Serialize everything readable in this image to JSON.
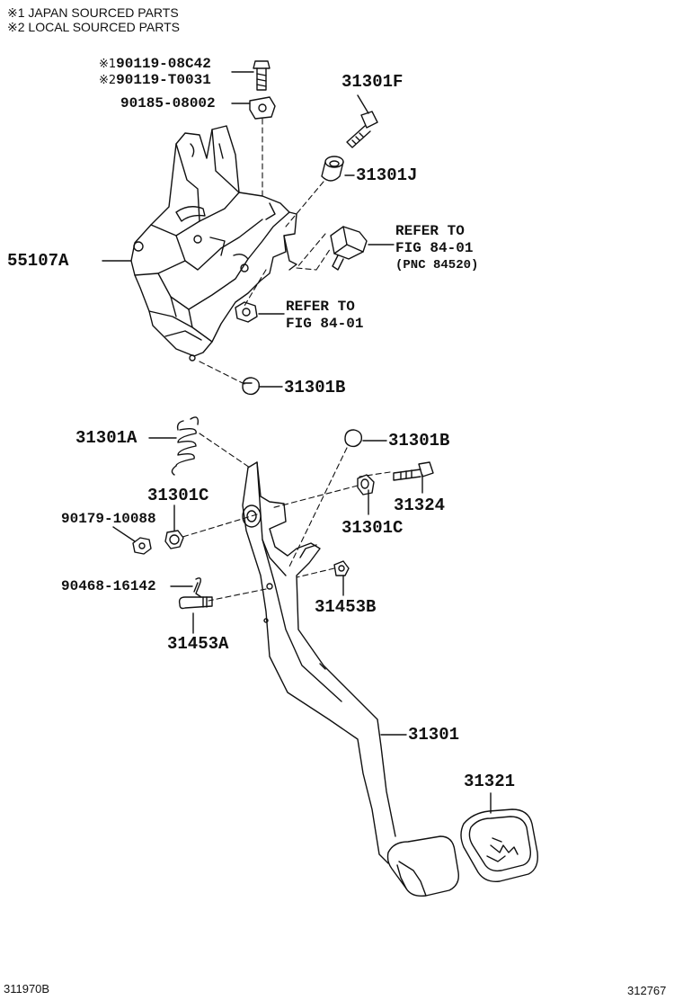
{
  "notes": {
    "n1_mark": "※1",
    "n1_text": "JAPAN SOURCED PARTS",
    "n2_mark": "※2",
    "n2_text": "LOCAL SOURCED PARTS"
  },
  "parts": {
    "bolt_japan_mark": "※1",
    "bolt_japan": "90119-08C42",
    "bolt_local_mark": "※2",
    "bolt_local": "90119-T0031",
    "nut_clip": "90185-08002",
    "bolt_f": "31301F",
    "bushing_j": "31301J",
    "bracket": "55107A",
    "cushion_b_top": "31301B",
    "spring": "31301A",
    "cushion_b_right": "31301B",
    "bushing_c_left": "31301C",
    "nut": "90179-10088",
    "bolt_31324": "31324",
    "bushing_c_right": "31301C",
    "clip_pin": "90468-16142",
    "collar_b": "31453B",
    "pin_a": "31453A",
    "pedal": "31301",
    "pedal_pad": "31321"
  },
  "refs": {
    "switch": {
      "line1": "REFER TO",
      "line2": "FIG 84-01",
      "line3": "(PNC 84520)"
    },
    "nut": {
      "line1": "REFER TO",
      "line2": "FIG 84-01"
    }
  },
  "footer": {
    "left_code": "311970B",
    "right_code": "312767"
  }
}
